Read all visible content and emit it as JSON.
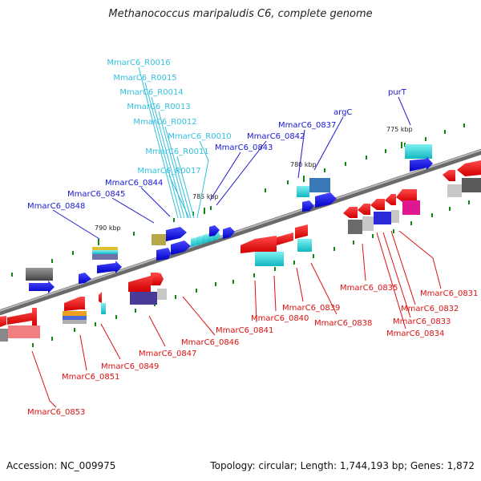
{
  "title": "Methanococcus maripaludis C6, complete genome",
  "footer": {
    "accession": "Accession: NC_009975",
    "summary": "Topology: circular; Length: 1,744,193 bp; Genes: 1,872"
  },
  "colors": {
    "backbone": "#8a8a8a",
    "label_blue": "#1a1ad0",
    "label_cyan": "#33c0dd",
    "label_red": "#dd1111",
    "tick": "#118811"
  },
  "scale_labels": [
    "790 kbp",
    "785 kbp",
    "780 kbp",
    "775 kbp"
  ],
  "labels_cyan": [
    "MmarC6_R0016",
    "MmarC6_R0015",
    "MmarC6_R0014",
    "MmarC6_R0013",
    "MmarC6_R0012",
    "MmarC6_R0010",
    "MmarC6_R0011",
    "MmarC6_R0017"
  ],
  "labels_blue": [
    "MmarC6_0848",
    "MmarC6_0845",
    "MmarC6_0844",
    "MmarC6_0843",
    "MmarC6_0842",
    "MmarC6_0837",
    "argC",
    "purT"
  ],
  "labels_red": [
    "MmarC6_0853",
    "MmarC6_0851",
    "MmarC6_0849",
    "MmarC6_0847",
    "MmarC6_0846",
    "MmarC6_0841",
    "MmarC6_0840",
    "MmarC6_0839",
    "MmarC6_0838",
    "MmarC6_0835",
    "MmarC6_0834",
    "MmarC6_0833",
    "MmarC6_0832",
    "MmarC6_0831"
  ]
}
